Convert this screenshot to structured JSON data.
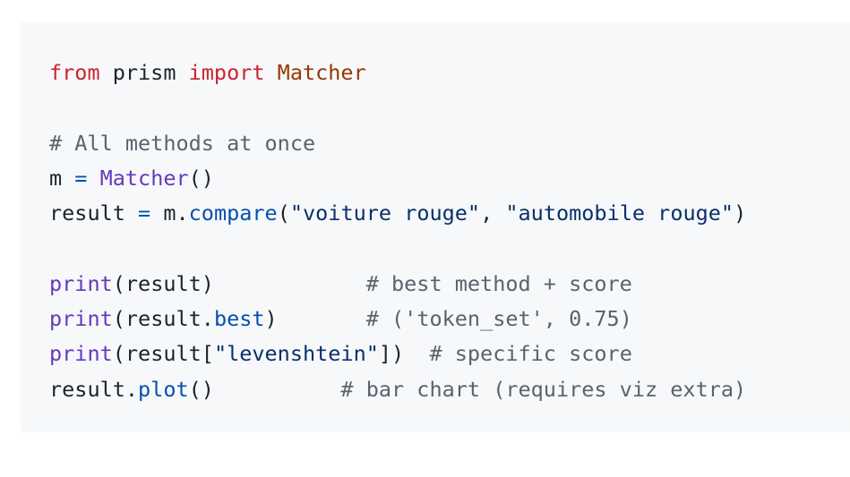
{
  "code": {
    "line1": {
      "kw1": "from",
      "mod": " prism ",
      "kw2": "import",
      "cls": " Matcher"
    },
    "line3": {
      "comment": "# All methods at once"
    },
    "line4": {
      "var": "m ",
      "op": "=",
      "sp": " ",
      "fn": "Matcher",
      "args": "()"
    },
    "line5": {
      "var": "result ",
      "op": "=",
      "obj": " m.",
      "mth": "compare",
      "p1": "(",
      "s1": "\"voiture rouge\"",
      "sep": ", ",
      "s2": "\"automobile rouge\"",
      "p2": ")"
    },
    "line7": {
      "fn": "print",
      "args": "(result)",
      "pad": "            ",
      "comment": "# best method + score"
    },
    "line8": {
      "fn": "print",
      "a1": "(result.",
      "mth": "best",
      "a2": ")",
      "pad": "       ",
      "comment": "# ('token_set', 0.75)"
    },
    "line9": {
      "fn": "print",
      "a1": "(result[",
      "str": "\"levenshtein\"",
      "a2": "])",
      "pad": "  ",
      "comment": "# specific score"
    },
    "line10": {
      "obj": "result.",
      "mth": "plot",
      "args": "()",
      "pad": "          ",
      "comment": "# bar chart (requires viz extra)"
    }
  }
}
